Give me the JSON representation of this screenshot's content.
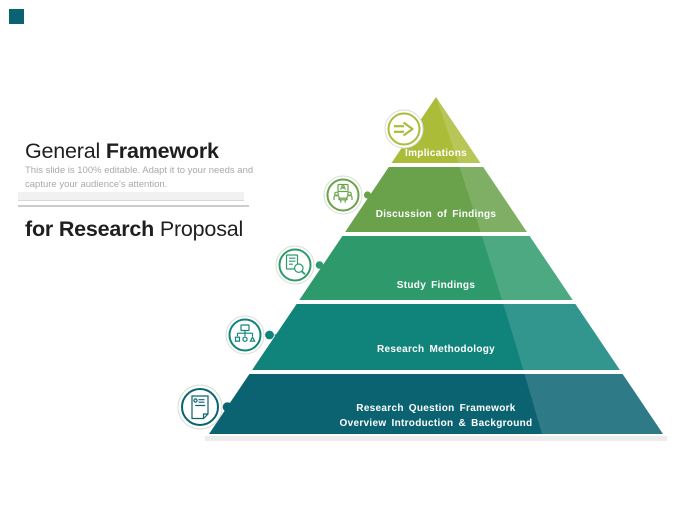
{
  "slide": {
    "background_color": "#ffffff",
    "corner_mark_color": "#0b6372",
    "header": {
      "title_regular_1": "General ",
      "title_bold_1": "Framework",
      "title_bold_2": "for Research",
      "title_regular_2": " Proposal",
      "subtitle": "This slide is 100% editable. Adapt it to your needs and capture your audience's attention."
    }
  },
  "pyramid": {
    "label_color": "#ffffff",
    "levels": [
      {
        "label": "Implications",
        "color": "#abbc39",
        "icon": "double-arrow-icon"
      },
      {
        "label": "Discussion of Findings",
        "color": "#69a24b",
        "icon": "discussion-icon"
      },
      {
        "label": "Study Findings",
        "color": "#2e9a6c",
        "icon": "document-search-icon"
      },
      {
        "label": "Research Methodology",
        "color": "#10847b",
        "icon": "org-chart-icon"
      },
      {
        "label": "Research Question Framework",
        "label_line2": "Overview Introduction & Background",
        "color": "#0b6372",
        "icon": "document-icon"
      }
    ]
  }
}
